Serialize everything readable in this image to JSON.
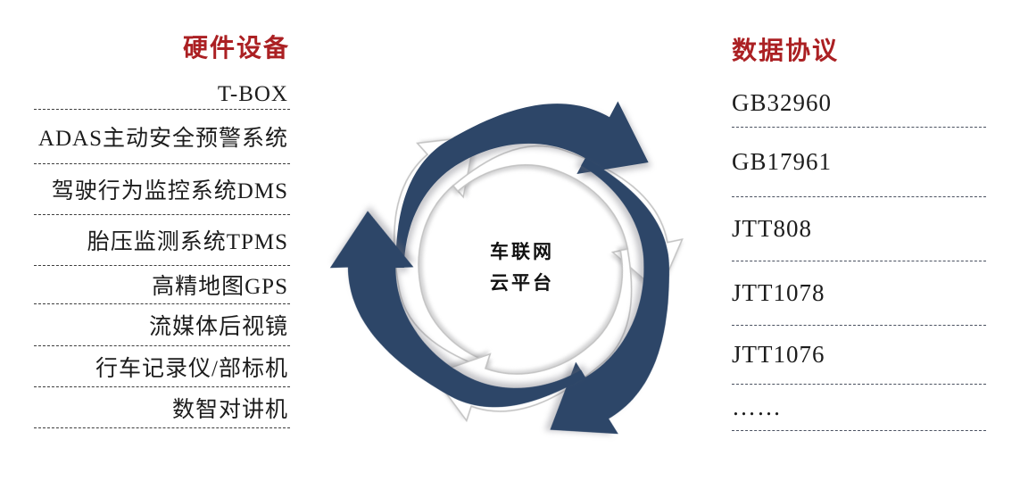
{
  "left_panel": {
    "title": "硬件设备",
    "items": [
      "T-BOX",
      "ADAS主动安全预警系统",
      "驾驶行为监控系统DMS",
      "胎压监测系统TPMS",
      "高精地图GPS",
      "流媒体后视镜",
      "行车记录仪/部标机",
      "数智对讲机"
    ]
  },
  "right_panel": {
    "title": "数据协议",
    "items": [
      "GB32960",
      "GB17961",
      "JTT808",
      "JTT1078",
      "JTT1076",
      "……"
    ]
  },
  "center": {
    "line1": "车联网",
    "line2": "云平台"
  },
  "colors": {
    "heading_red": "#ab2023",
    "arrow_navy": "#2d4668",
    "arrow_white_outline": "#c4c4c4",
    "dash_left": "#3c3c3c",
    "dash_right": "#4a5160",
    "text_dark": "#1c1c1c"
  }
}
